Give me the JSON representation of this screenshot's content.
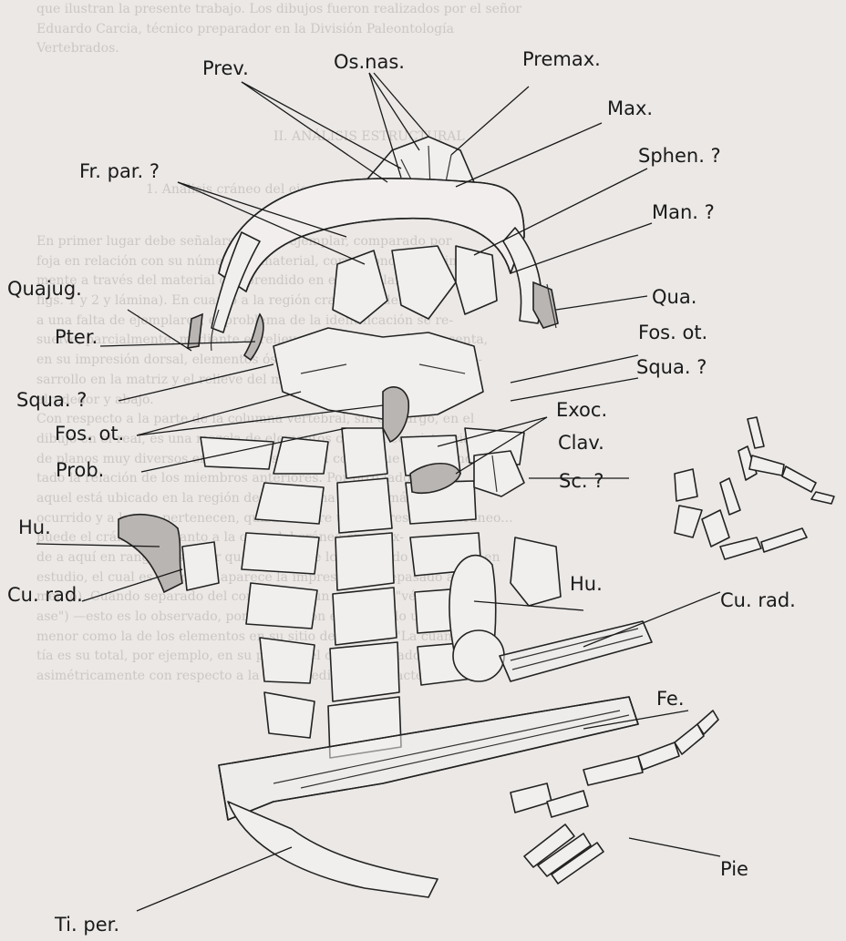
{
  "background_text": {
    "intro": "que ilustran la presente trabajo. Los dibujos fueron realizados por el señor\nEduardo Carcia, técnico preparador en la División Paleontología\nVertebrados.",
    "section_heading": "II. ANÁLISIS ESTRUCTURAL",
    "subheading": "1. Análisis cráneo del ejemplar estudiado",
    "body": "En primer lugar debe señalarse que el ejemplar, comparado por\nfoja en relación con su número de material, corresponde aproximada-\nmente a través del material comprendido en el ejemplar (véase\nfigs. 1 y 2 y lámina). En cuanto a la región craneana, debido\na una falta de ejemplares, el problema de la identificación se re-\nsuelve, parcialmente, mediante el relieve conservado y sólo presenta,\nen su impresión dorsal, elementos óseos que permiten vincularlo de-\nsarrollo en la matriz y el relieve del material como señala en su\nalrededor y abajo.\n   Con respecto a la parte de la columna vertebral, sin embargo, en el\ndibujo en el real, es una mezcla de elementos con una consistencia\nde planos muy diversos en cuanto a su forma con la que se ha concre-\ntado la relación de los miembros anteriores. Por otro lado, vemos\naquel está ubicado en la región de una lámina donde, más cerca al\nocurrido y a la que pertenecen, quizás ocurre una impresión del cráneo...\npuede el cráneo en cuanto a la capa del cráneo en su ex-\nde a aquí en rango posterior que el resto de lo observado del cráneo en\nestudio, el cual es en lo que aparece la impresión sobrepasado al mo-\nmento). Cuando separado del contorno de un paralelo (\"vé-\nase\") —esto es lo observado, por el cual, con el resultado una mucho\nmenor como la de los elementos en su sitio de estudio; \"La cuan-\ntía es su total, por ejemplo, en su planta del cráneo situado\nasimétricamente con respecto a la línea media, una característica en"
  },
  "figure": {
    "labels": {
      "os_nas": "Os.nas.",
      "premax": "Premax.",
      "prev": "Prev.",
      "max": "Max.",
      "fr_par": "Fr. par. ?",
      "sphen": "Sphen. ?",
      "man": "Man. ?",
      "quajug": "Quajug.",
      "qua": "Qua.",
      "fos_ot_right": "Fos. ot.",
      "pter": "Pter.",
      "squa_right": "Squa. ?",
      "squa_left": "Squa. ?",
      "exoc": "Exoc.",
      "fos_ot_left": "Fos. ot.",
      "clav": "Clav.",
      "prob": "Prob.",
      "sc": "Sc. ?",
      "hu_left": "Hu.",
      "hu_right": "Hu.",
      "cu_rad_left": "Cu. rad.",
      "cu_rad_right": "Cu. rad.",
      "fe": "Fe.",
      "pie": "Pie",
      "ti_per": "Ti. per."
    }
  }
}
